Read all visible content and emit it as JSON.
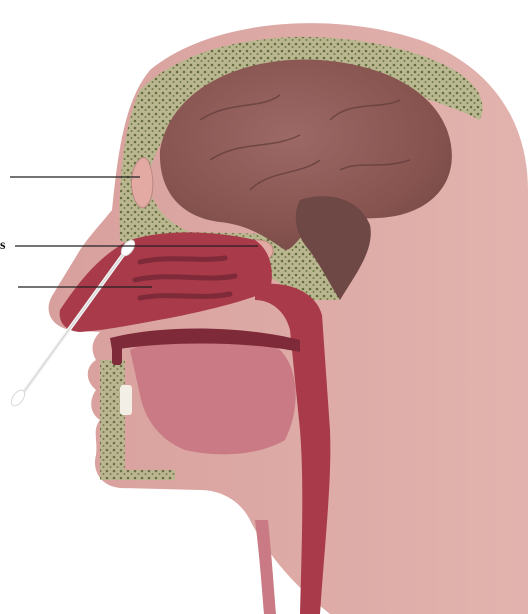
{
  "labels": [
    {
      "id": "frontal-sinus-pointer",
      "text": ""
    },
    {
      "id": "sphenoid-sinus-pointer",
      "text": "s"
    },
    {
      "id": "nasal-turbinate-pointer",
      "text": ""
    }
  ],
  "colors": {
    "skin": "#d9a3a0",
    "skin_light": "#e7bdb8",
    "bone": "#b8b88f",
    "bone_dots": "#5e6a3a",
    "brain": "#8f5d5a",
    "brain_dark": "#6e4845",
    "cavity": "#a83a4a",
    "cavity_dark": "#7e2a38",
    "swab": "#f2f2f2",
    "line": "#222222"
  },
  "icons": [
    "nasopharyngeal-swab-icon"
  ]
}
